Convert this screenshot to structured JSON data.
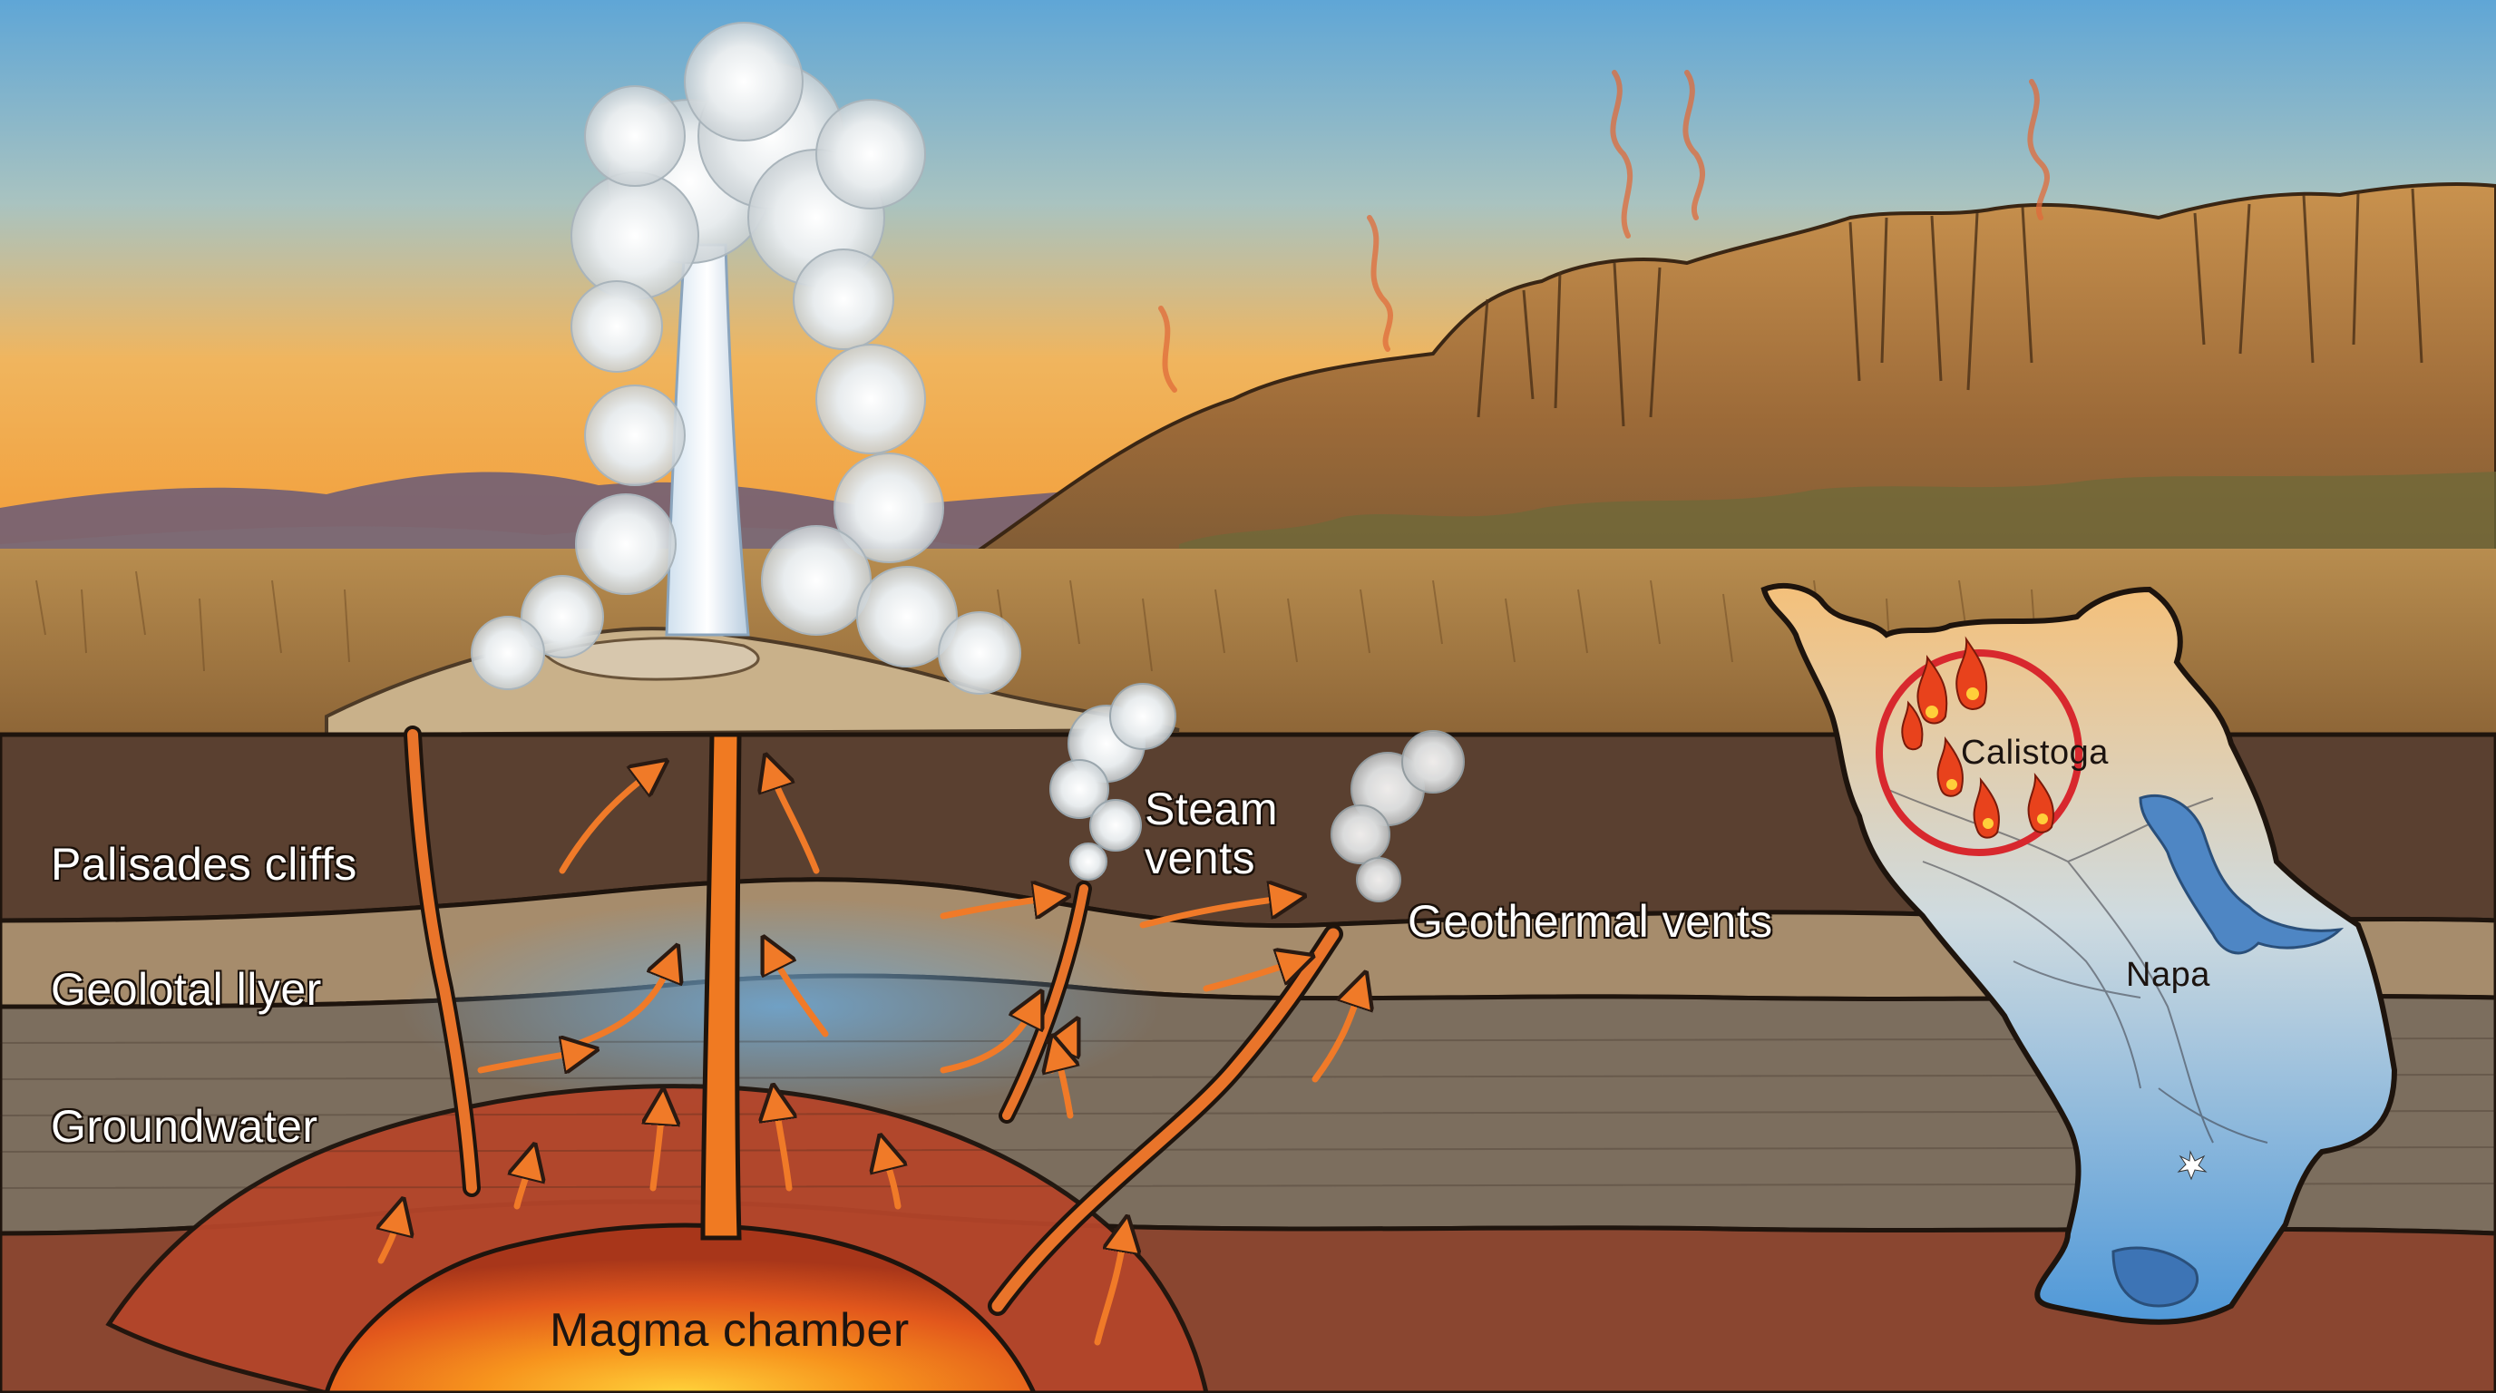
{
  "labels": {
    "palisades": "Palisades cliffs",
    "geological_layer": "Geolotal llyer",
    "groundwater": "Groundwater",
    "steam_vents_line1": "Steam",
    "steam_vents_line2": "vents",
    "geothermal_vents": "Geothermal vents",
    "magma_chamber": "Magma chamber"
  },
  "map": {
    "town_1": "Calistoga",
    "town_2": "Napa"
  },
  "colors": {
    "sky_top": "#5fa6d6",
    "sky_horizon": "#f39a33",
    "magma": "#f27a1a",
    "fire": "#e8421c",
    "map_circle": "#d8282e",
    "water": "#4e86c4"
  }
}
